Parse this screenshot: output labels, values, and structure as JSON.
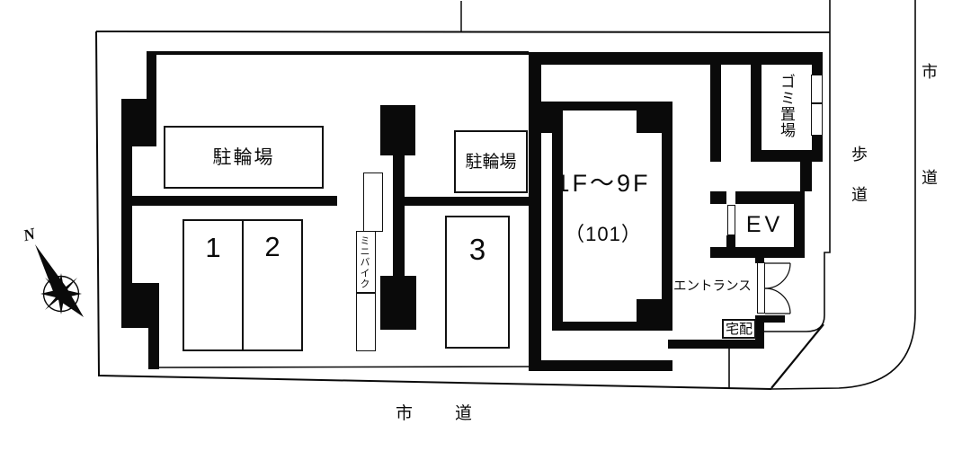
{
  "plan": {
    "title": "building-site-plan",
    "areas": {
      "bicycle_parking_left": "駐輪場",
      "bicycle_parking_right": "駐輪場",
      "parking_space_1": "1",
      "parking_space_2": "2",
      "parking_space_3": "3",
      "minibike": "ミニバイク",
      "building_floors": "1F～9F",
      "unit_number": "（101）",
      "garbage_area": "ゴミ置場",
      "elevator": "EV",
      "entrance": "エントランス",
      "delivery_box": "宅配"
    },
    "roads": {
      "sidewalk_right": "歩道",
      "city_road_right": "市道",
      "city_road_bottom": "市道"
    },
    "compass": {
      "north": "N"
    },
    "colors": {
      "ink": "#0a0a0a",
      "background": "#ffffff"
    }
  }
}
